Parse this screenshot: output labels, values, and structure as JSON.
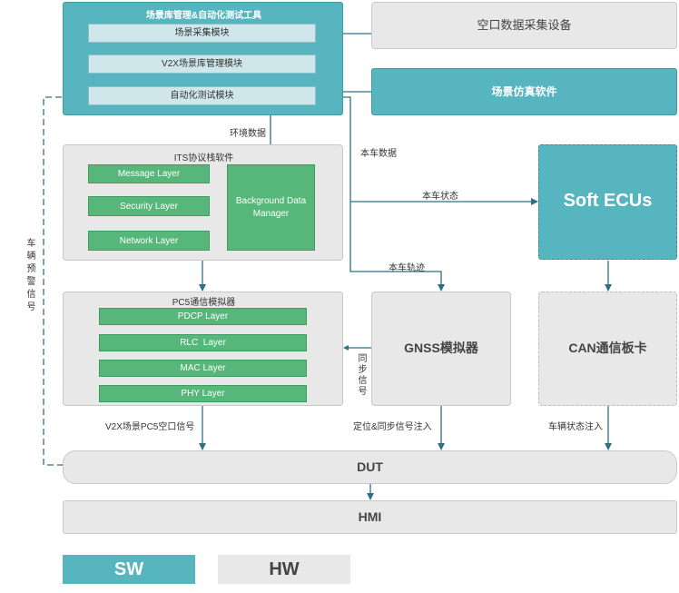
{
  "blocks": {
    "scene_tool": {
      "title": "场景库管理&自动化测试工具",
      "modules": [
        "场景采集模块",
        "V2X场景库管理模块",
        "自动化测试模块"
      ]
    },
    "air_data_device": "空口数据采集设备",
    "scene_sim": "场景仿真软件",
    "its_stack": {
      "title": "ITS协议栈软件",
      "layers": [
        "Message Layer",
        "Security Layer",
        "Network Layer"
      ],
      "bdm": "Background Data Manager"
    },
    "soft_ecus": "Soft ECUs",
    "pc5_sim": {
      "title": "PC5通信模拟器",
      "layers": [
        "PDCP Layer",
        "RLC  Layer",
        "MAC Layer",
        "PHY Layer"
      ]
    },
    "gnss": "GNSS模拟器",
    "can_card": "CAN通信板卡",
    "dut": "DUT",
    "hmi": "HMI"
  },
  "labels": {
    "env_data": "环境数据",
    "ego_data": "本车数据",
    "ego_state": "本车状态",
    "ego_track": "本车轨迹",
    "sync_signal": "同步信号",
    "vehicle_warning": "车辆预警信号",
    "pc5_air_signal": "V2X场景PC5空口信号",
    "pos_sync_inject": "定位&同步信号注入",
    "vehicle_state_inject": "车辆状态注入"
  },
  "legend": {
    "sw": "SW",
    "hw": "HW"
  },
  "colors": {
    "sw": "#56b5bf",
    "hw": "#e8e8e8",
    "green": "#57b77a",
    "line": "#2f6f86"
  }
}
